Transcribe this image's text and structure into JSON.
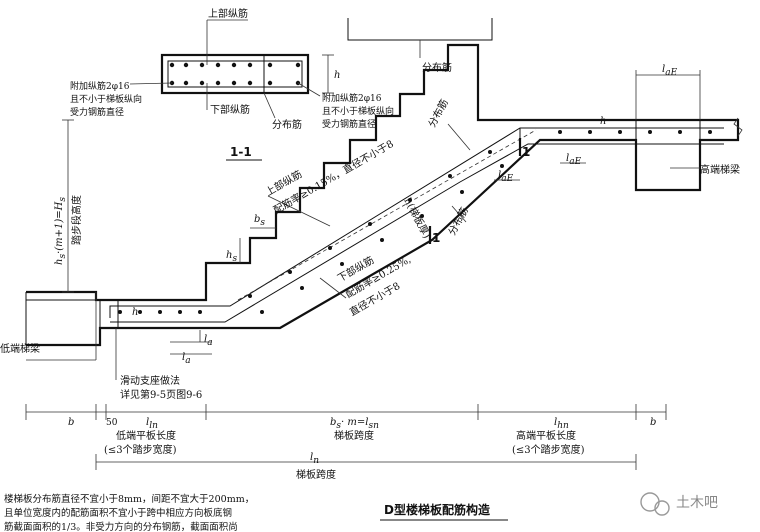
{
  "section": {
    "top_bar": "上部纵筋",
    "bottom_bar": "下部纵筋",
    "add_left_1": "附加纵筋2φ16",
    "add_left_2": "且不小于梯板纵向",
    "add_left_3": "受力钢筋直径",
    "add_right_1": "附加纵筋2φ16",
    "add_right_2": "且不小于梯板纵向",
    "add_right_3": "受力钢筋直径",
    "dist_bar": "分布筋",
    "h": "h",
    "title": "1-1"
  },
  "dist_detail": {
    "label": "分布筋"
  },
  "main": {
    "step_height_1": "h",
    "step_height_2": "s",
    "step_height_3": "·(m+1)=",
    "step_height_4": "H",
    "step_height_5": "s",
    "step_height_label": "踏步段高度",
    "top_bar_1": "上部纵筋",
    "top_bar_2": "配筋率≥0.15%，直径不小于8",
    "bottom_bar_1": "下部纵筋",
    "bottom_bar_2": "配筋率≥0.25%,",
    "bottom_bar_3": "直径不小于8",
    "dist_right": "分布筋",
    "dist_mid": "分布筋",
    "bs": "b",
    "bs_sub": "s",
    "hs": "h",
    "hs_sub": "s",
    "h_label": "h",
    "slab_thick": "h(梯板厚)",
    "lae1": "l",
    "lae1_sub": "aE",
    "lae2": "l",
    "lae2_sub": "aE",
    "lae3": "l",
    "lae3_sub": "aE",
    "la1": "l",
    "la1_sub": "a",
    "la2": "l",
    "la2_sub": "a",
    "cut": "1",
    "high_beam": "高端梯梁",
    "low_beam": "低端梯梁",
    "sliding_1": "滑动支座做法",
    "sliding_2": "详见第9-5页图9-6",
    "h_left": "h"
  },
  "dims": {
    "b_left": "b",
    "fifty": "50",
    "lln": "l",
    "lln_sub": "ln",
    "bsm": "b",
    "bsm_2": "s",
    "bsm_3": "· m=l",
    "bsm_4": "sn",
    "lhn": "l",
    "lhn_sub": "hn",
    "b_right": "b",
    "low_len_1": "低端平板长度",
    "low_len_2": "(≤3个踏步宽度)",
    "span_label": "梯板跨度",
    "high_len_1": "高端平板长度",
    "high_len_2": "(≤3个踏步宽度)",
    "ln": "l",
    "ln_sub": "n",
    "ln_label": "梯板跨度"
  },
  "notes": {
    "line1": "楼梯板分布筋直径不宜小于8mm，间距不宜大于200mm，",
    "line2": "且单位宽度内的配筋面积不宜小于跨中相应方向板底钢",
    "line3": "筋截面面积的1/3。非受力方向的分布钢筋，截面面积尚"
  },
  "caption": "D型楼梯板配筋构造",
  "watermark": "土木吧"
}
